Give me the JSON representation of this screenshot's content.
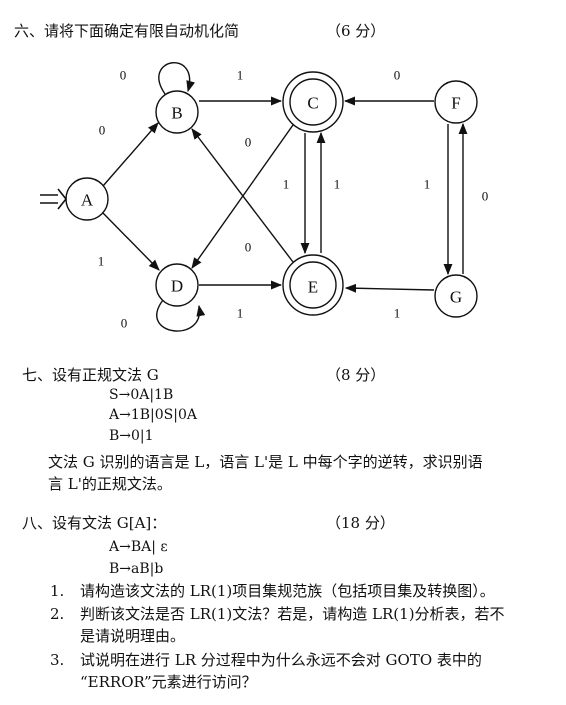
{
  "q6": {
    "title": "六、请将下面确定有限自动机化简",
    "score": "（6 分）",
    "dfa": {
      "states": [
        "A",
        "B",
        "C",
        "D",
        "E",
        "F",
        "G"
      ],
      "final_states": [
        "C",
        "E"
      ],
      "start_state": "A",
      "edges": [
        {
          "from": "A",
          "to": "B",
          "label": "0"
        },
        {
          "from": "A",
          "to": "D",
          "label": "1"
        },
        {
          "from": "B",
          "to": "B",
          "label": "0"
        },
        {
          "from": "B",
          "to": "C",
          "label": "1"
        },
        {
          "from": "C",
          "to": "D",
          "label": "0"
        },
        {
          "from": "C",
          "to": "E",
          "label": "1"
        },
        {
          "from": "D",
          "to": "D",
          "label": "0"
        },
        {
          "from": "D",
          "to": "E",
          "label": "1"
        },
        {
          "from": "E",
          "to": "B",
          "label": "0"
        },
        {
          "from": "E",
          "to": "C",
          "label": "1"
        },
        {
          "from": "F",
          "to": "C",
          "label": "0"
        },
        {
          "from": "F",
          "to": "G",
          "label": "1"
        },
        {
          "from": "G",
          "to": "F",
          "label": "0"
        },
        {
          "from": "G",
          "to": "E",
          "label": "1"
        }
      ]
    }
  },
  "q7": {
    "title": "七、设有正规文法 G",
    "score": "（8 分）",
    "rules": [
      "S→0A|1B",
      "A→1B|0S|0A",
      "B→0|1"
    ],
    "text_line1": "文法 G 识别的语言是 L，语言 L'是 L 中每个字的逆转，求识别语",
    "text_line2": "言 L'的正规文法。"
  },
  "q8": {
    "title": "八、设有文法 G[A]：",
    "score": "（18 分）",
    "rules": [
      "A→BA| ε",
      "B→aB|b"
    ],
    "items": [
      {
        "num": "1.",
        "lines": [
          "请构造该文法的 LR(1)项目集规范族（包括项目集及转换图）。"
        ]
      },
      {
        "num": "2.",
        "lines": [
          "判断该文法是否 LR(1)文法？若是，请构造 LR(1)分析表，若不",
          "是请说明理由。"
        ]
      },
      {
        "num": "3.",
        "lines": [
          "试说明在进行 LR 分过程中为什么永远不会对 GOTO 表中的",
          "“ERROR”元素进行访问？"
        ]
      }
    ]
  }
}
